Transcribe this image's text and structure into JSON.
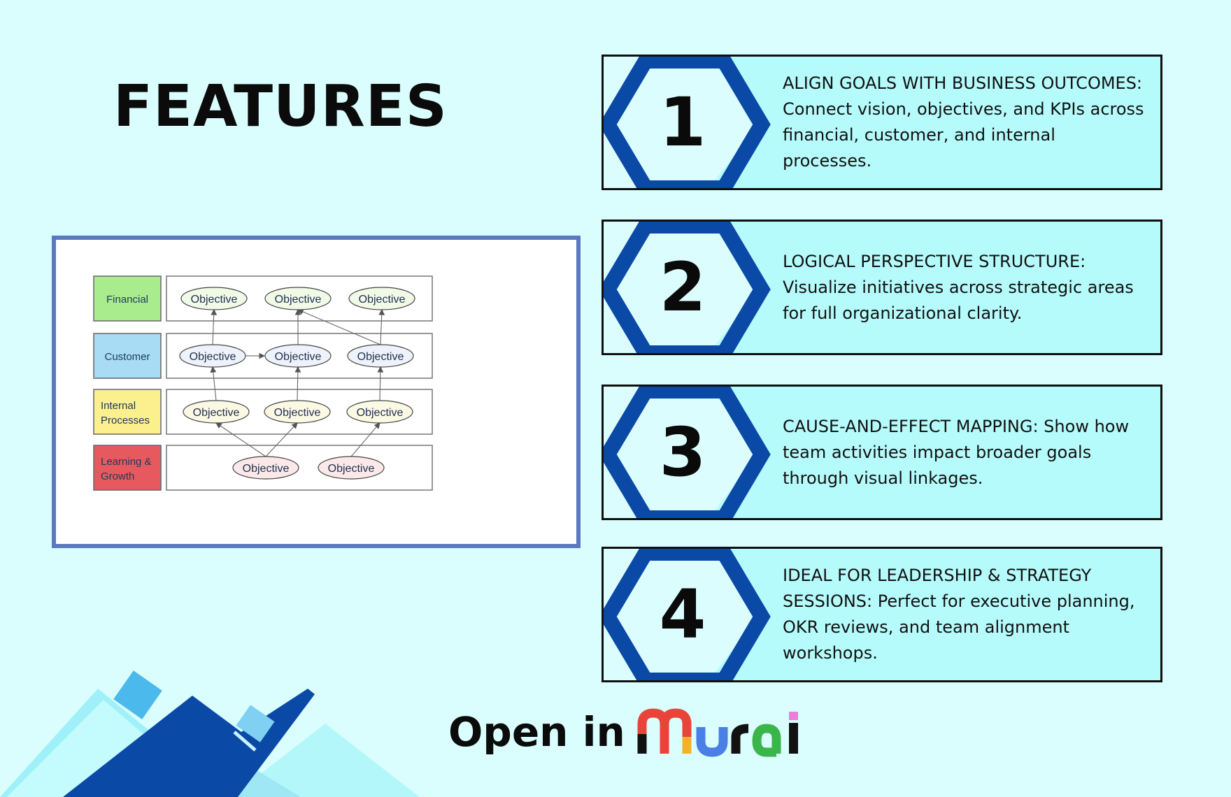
{
  "page": {
    "title": "FEATURES"
  },
  "diagram": {
    "perspectives": [
      {
        "label": [
          "Financial"
        ],
        "color": "#a9ec8e"
      },
      {
        "label": [
          "Customer"
        ],
        "color": "#a8dcf5"
      },
      {
        "label": [
          "Internal",
          "Processes"
        ],
        "color": "#fbef8e"
      },
      {
        "label": [
          "Learning &",
          "Growth"
        ],
        "color": "#e65a5f"
      }
    ],
    "node_label": "Objective",
    "rows": [
      {
        "nodes": 3,
        "fill": "#f1f9e7"
      },
      {
        "nodes": 3,
        "fill": "#eef3fb"
      },
      {
        "nodes": 3,
        "fill": "#fbf8e4"
      },
      {
        "nodes": 2,
        "fill": "#fbe9ea"
      }
    ]
  },
  "features": [
    {
      "number": "1",
      "text": "ALIGN GOALS WITH BUSINESS OUTCOMES:  Connect vision, objectives, and KPIs across financial, customer, and internal processes."
    },
    {
      "number": "2",
      "text": "LOGICAL PERSPECTIVE STRUCTURE: Visualize initiatives across strategic areas for full organizational clarity."
    },
    {
      "number": "3",
      "text": "CAUSE-AND-EFFECT MAPPING: Show how team activities impact broader goals through visual linkages."
    },
    {
      "number": "4",
      "text": "IDEAL FOR LEADERSHIP & STRATEGY SESSIONS: Perfect for executive planning, OKR reviews, and team alignment workshops."
    }
  ],
  "cta": {
    "text": "Open in",
    "brand": "mural",
    "brand_colors": [
      "#e8443a",
      "#f3b12a",
      "#4a7fe5",
      "#39b54a",
      "#f17bd9"
    ]
  },
  "colors": {
    "background": "#dafdfe",
    "hex_blue": "#0a49a6",
    "card_fill": "#b6fbfc",
    "frame_blue": "#5b79bf"
  }
}
